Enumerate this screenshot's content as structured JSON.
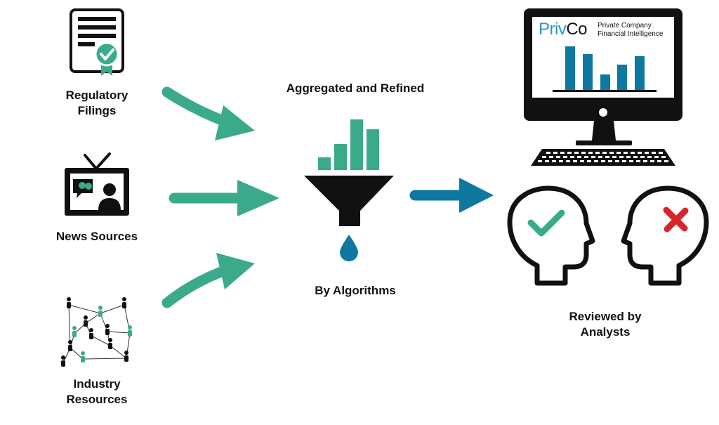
{
  "sources": [
    {
      "label": "Regulatory\nFilings",
      "icon": "certificate-icon"
    },
    {
      "label": "News Sources",
      "icon": "tv-news-icon"
    },
    {
      "label": "Industry\nResources",
      "icon": "network-people-icon"
    }
  ],
  "process": {
    "top_label": "Aggregated and Refined",
    "bottom_label": "By Algorithms",
    "icon": "funnel-icon"
  },
  "output": {
    "brand_name": "PrivCo",
    "brand_tagline_line1": "Private Company",
    "brand_tagline_line2": "Financial Intelligence",
    "label": "Reviewed by\nAnalysts",
    "icons": [
      "computer-monitor-icon",
      "keyboard-icon",
      "approved-head-icon",
      "rejected-head-icon"
    ]
  },
  "colors": {
    "accent_green": "#3aaa8a",
    "accent_blue": "#0e78a0",
    "reject_red": "#d9242a",
    "ink": "#111111"
  }
}
